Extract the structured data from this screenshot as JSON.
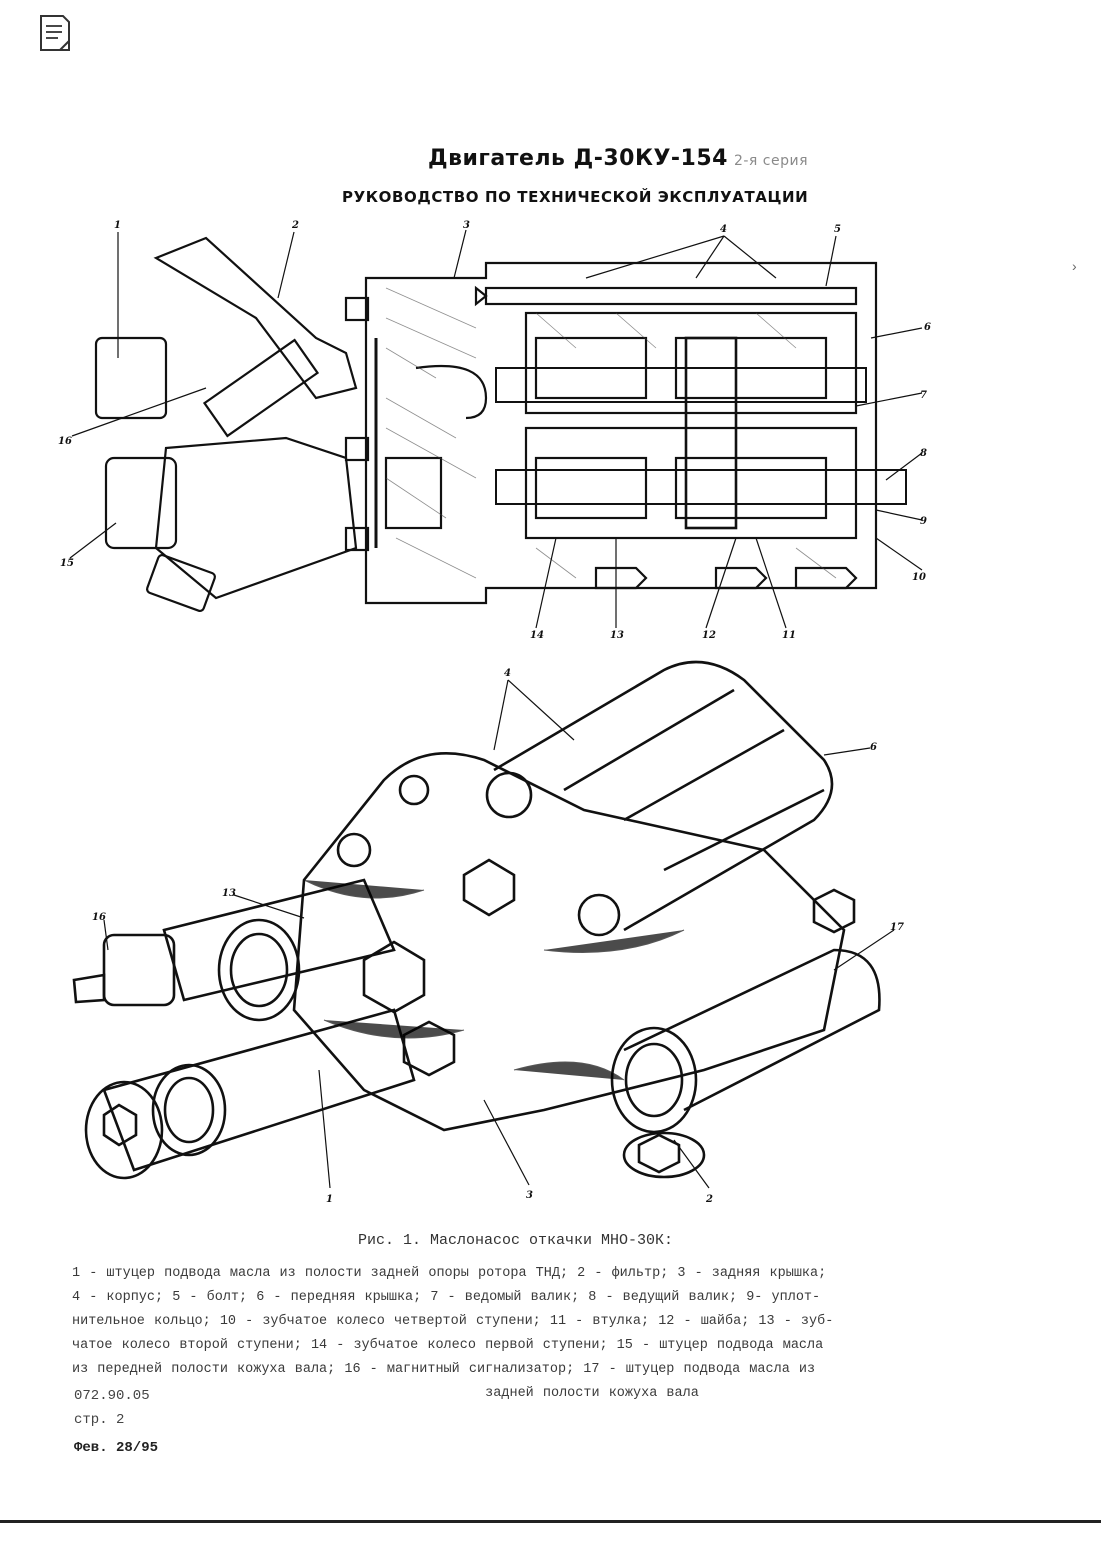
{
  "header": {
    "title": "Двигатель Д-30КУ-154",
    "title_faded": "2-я серия",
    "subtitle": "РУКОВОДСТВО ПО ТЕХНИЧЕСКОЙ ЭКСПЛУАТАЦИИ"
  },
  "figure": {
    "section_callouts": [
      "1",
      "2",
      "3",
      "4",
      "5",
      "6",
      "7",
      "8",
      "9",
      "10",
      "11",
      "12",
      "13",
      "14",
      "15",
      "16"
    ],
    "view_callouts": [
      "4",
      "6",
      "13",
      "16",
      "17",
      "1",
      "3",
      "2"
    ],
    "caption": "Рис. 1. Маслонасос откачки МНО-30К:"
  },
  "legend": [
    "1 - штуцер подвода масла из полости задней опоры ротора ТНД; 2 - фильтр; 3 - задняя крышка;",
    "4 - корпус; 5 - болт; 6 - передняя крышка; 7 - ведомый валик; 8 - ведущий валик; 9- уплот-",
    "нительное кольцо; 10 - зубчатое колесо четвертой ступени; 11 - втулка; 12 - шайба; 13 - зуб-",
    "чатое колесо второй ступени; 14 - зубчатое колесо первой ступени; 15 - штуцер подвода масла",
    "из передней полости кожуха вала; 16 - магнитный сигнализатор; 17 - штуцер подвода масла из",
    "задней полости кожуха вала"
  ],
  "footer": {
    "doc_number": "072.90.05",
    "page": "стр. 2",
    "revision": "Фев. 28/95"
  }
}
